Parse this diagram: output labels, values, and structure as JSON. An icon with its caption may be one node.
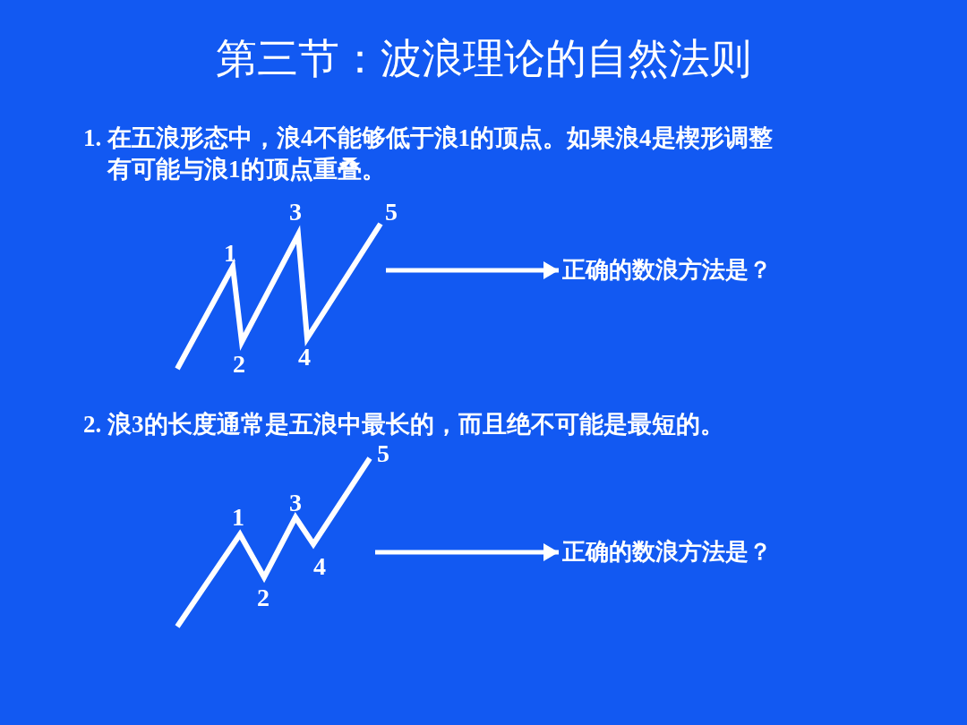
{
  "diagram": {
    "title": "第三节：波浪理论的自然法则",
    "nodes": [
      {
        "text": [],
        "shape": "picture"
      },
      {
        "text": [
          "正确的数浪方法是？"
        ]
      },
      {
        "text": [],
        "shape": "picture"
      },
      {
        "text": [
          "正确的数浪方法是？"
        ]
      }
    ],
    "edges": [
      {
        "from": 0,
        "to": 1,
        "arrow": "to"
      },
      {
        "from": 2,
        "to": 3,
        "arrow": "to"
      }
    ],
    "labels": [
      "1. 在五浪形态中，浪4不能够低于浪1的顶点。如果浪4是楔形调整有可能与浪1的顶点重叠。",
      "3",
      "5",
      "1",
      "2",
      "4",
      "2. 浪3的长度通常是五浪中最长的，而且绝不可能是最短的。",
      "5",
      "1",
      "3",
      "4",
      "2"
    ]
  }
}
